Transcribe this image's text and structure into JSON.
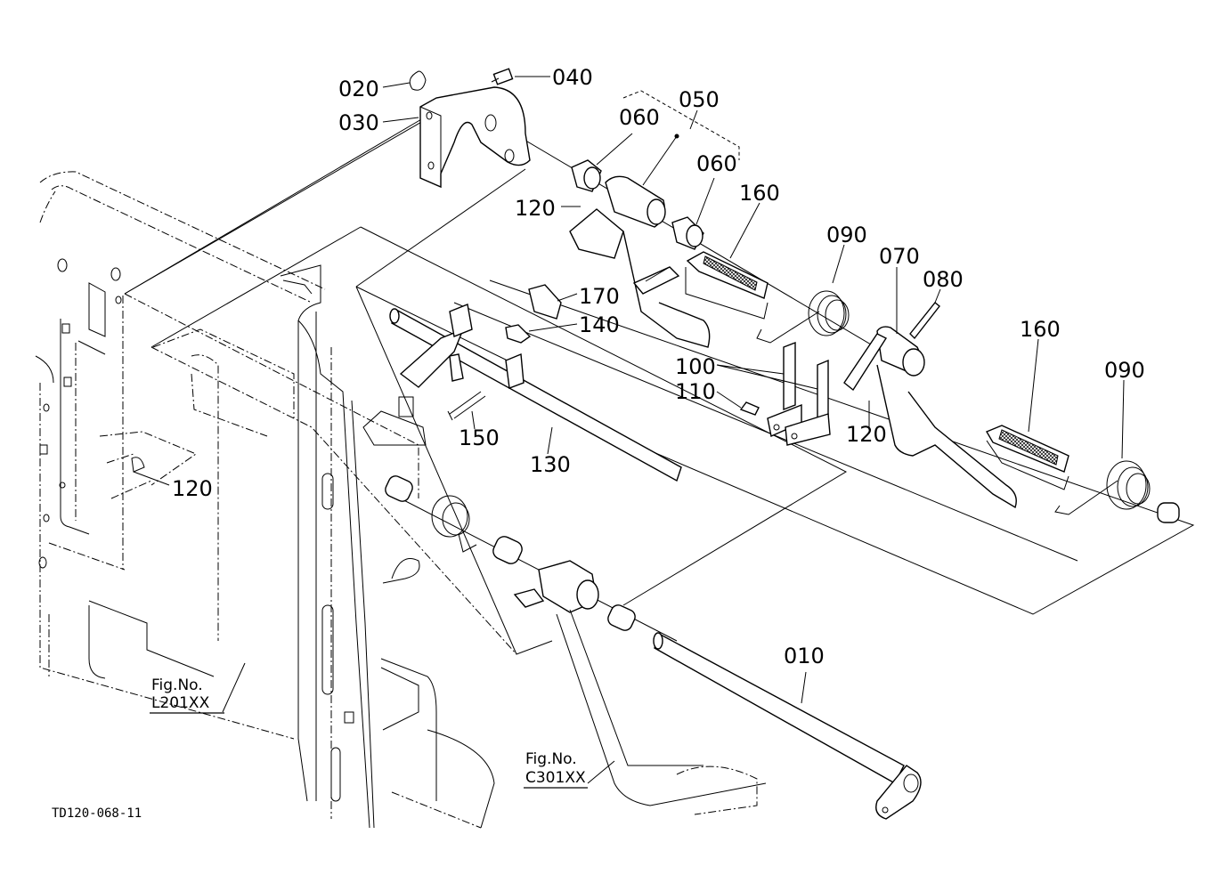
{
  "diagram": {
    "drawing_code": "TD120-068-11",
    "callouts": [
      {
        "id": "010",
        "text": "010"
      },
      {
        "id": "020",
        "text": "020"
      },
      {
        "id": "030",
        "text": "030"
      },
      {
        "id": "040",
        "text": "040"
      },
      {
        "id": "050",
        "text": "050"
      },
      {
        "id": "060a",
        "text": "060"
      },
      {
        "id": "060b",
        "text": "060"
      },
      {
        "id": "070",
        "text": "070"
      },
      {
        "id": "080",
        "text": "080"
      },
      {
        "id": "090a",
        "text": "090"
      },
      {
        "id": "090b",
        "text": "090"
      },
      {
        "id": "100",
        "text": "100"
      },
      {
        "id": "110",
        "text": "110"
      },
      {
        "id": "120a",
        "text": "120"
      },
      {
        "id": "120b",
        "text": "120"
      },
      {
        "id": "120c",
        "text": "120"
      },
      {
        "id": "130",
        "text": "130"
      },
      {
        "id": "140",
        "text": "140"
      },
      {
        "id": "150",
        "text": "150"
      },
      {
        "id": "160a",
        "text": "160"
      },
      {
        "id": "160b",
        "text": "160"
      },
      {
        "id": "170",
        "text": "170"
      }
    ],
    "figure_refs": [
      {
        "id": "L201XX",
        "line1": "Fig.No.",
        "line2": "L201XX"
      },
      {
        "id": "C301XX",
        "line1": "Fig.No.",
        "line2": "C301XX"
      }
    ]
  }
}
